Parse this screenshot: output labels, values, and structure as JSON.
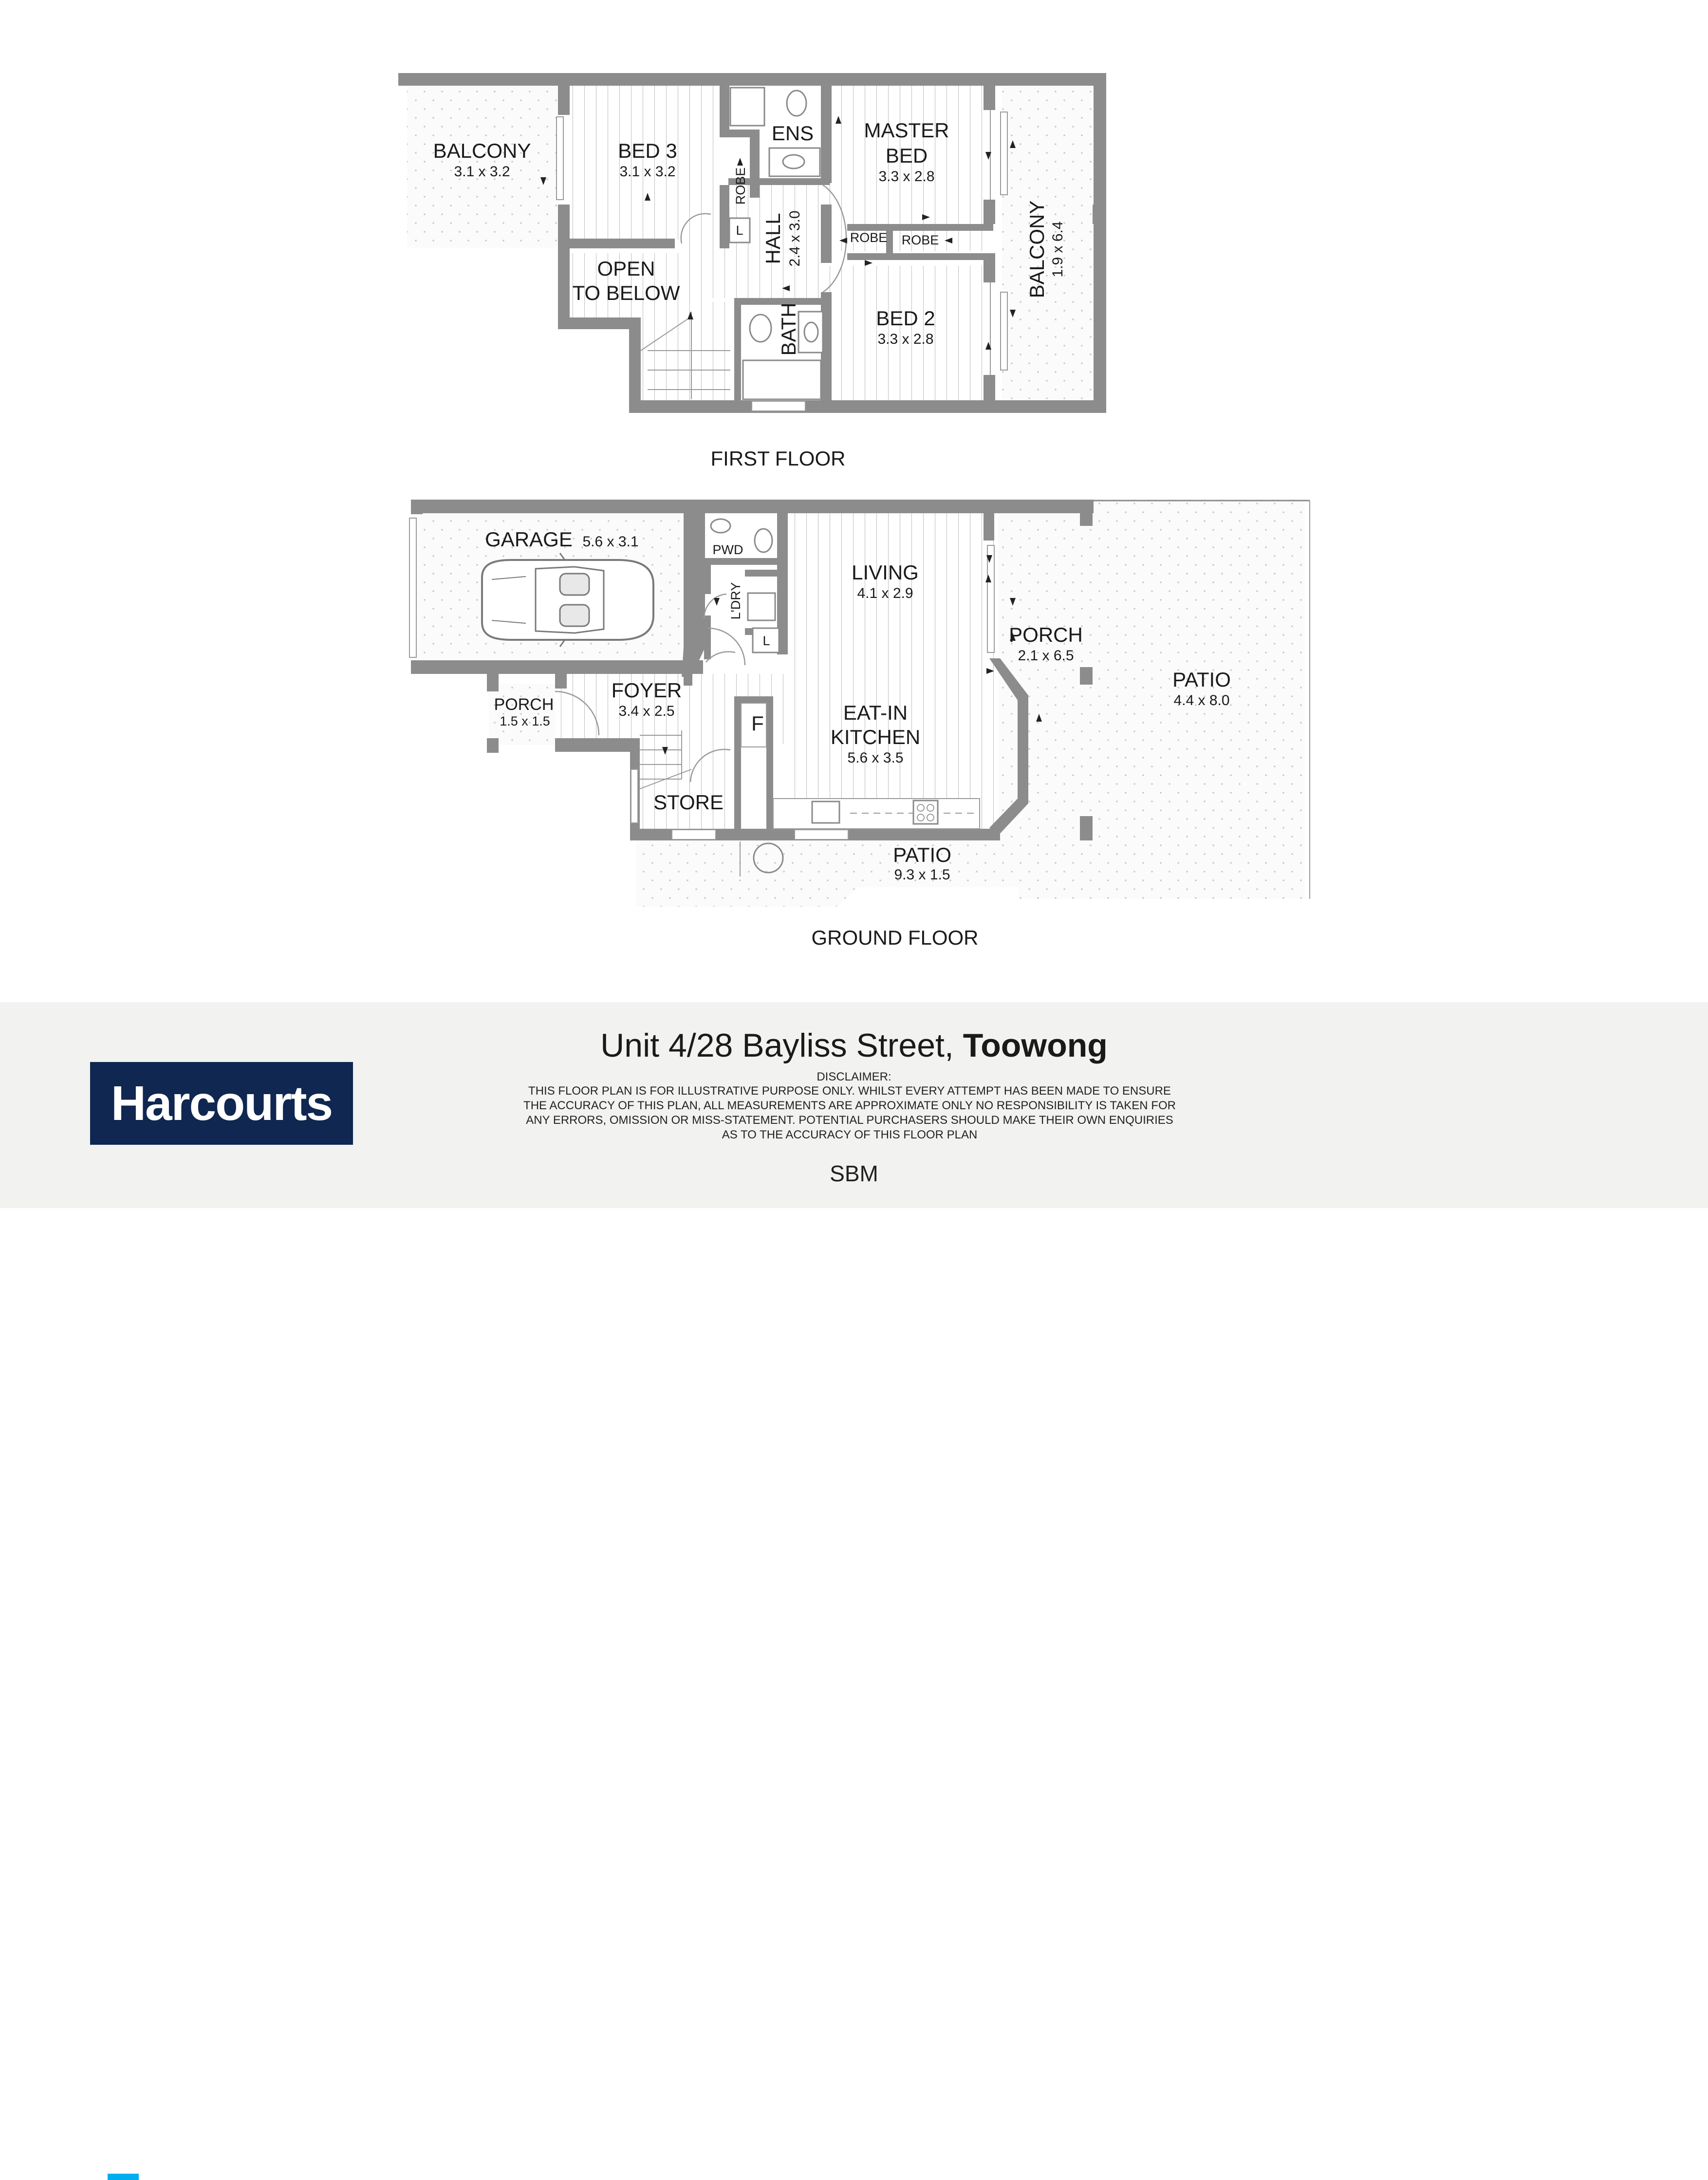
{
  "first_floor": {
    "label": "FIRST FLOOR",
    "rooms": {
      "balcony_left": {
        "name": "BALCONY",
        "dims": "3.1 x 3.2"
      },
      "bed3": {
        "name": "BED 3",
        "dims": "3.1 x 3.2"
      },
      "robe_bed3": {
        "name": "ROBE"
      },
      "linen_first": {
        "name": "L"
      },
      "ens": {
        "name": "ENS"
      },
      "master_bed": {
        "name_line1": "MASTER",
        "name_line2": "BED",
        "dims": "3.3 x 2.8"
      },
      "robe_master_a": {
        "name": "ROBE"
      },
      "robe_master_b": {
        "name": "ROBE"
      },
      "hall": {
        "name": "HALL",
        "dims": "2.4 x 3.0"
      },
      "open_below": {
        "name_line1": "OPEN",
        "name_line2": "TO BELOW"
      },
      "bath": {
        "name": "BATH"
      },
      "bed2": {
        "name": "BED 2",
        "dims": "3.3 x 2.8"
      },
      "balcony_right": {
        "name": "BALCONY",
        "dims": "1.9 x 6.4"
      }
    }
  },
  "ground_floor": {
    "label": "GROUND FLOOR",
    "rooms": {
      "garage": {
        "name": "GARAGE",
        "dims": "5.6 x 3.1"
      },
      "pwd": {
        "name": "PWD"
      },
      "laundry": {
        "name": "L'DRY"
      },
      "linen_ground": {
        "name": "L"
      },
      "living": {
        "name": "LIVING",
        "dims": "4.1 x 2.9"
      },
      "porch_right": {
        "name": "PORCH",
        "dims": "2.1 x 6.5"
      },
      "patio_right": {
        "name": "PATIO",
        "dims": "4.4 x 8.0"
      },
      "porch_left": {
        "name": "PORCH",
        "dims": "1.5 x 1.5"
      },
      "foyer": {
        "name": "FOYER",
        "dims": "3.4 x 2.5"
      },
      "fridge": {
        "name": "F"
      },
      "kitchen": {
        "name_line1": "EAT-IN",
        "name_line2": "KITCHEN",
        "dims": "5.6 x 3.5"
      },
      "store": {
        "name": "STORE"
      },
      "patio_bottom": {
        "name": "PATIO",
        "dims": "9.3 x 1.5"
      }
    }
  },
  "footer": {
    "address_prefix": "Unit 4/28 Bayliss Street,",
    "address_suburb": "Toowong",
    "disclaimer_title": "DISCLAIMER:",
    "disclaimer_body": "THIS FLOOR PLAN IS FOR ILLUSTRATIVE PURPOSE ONLY. WHILST EVERY ATTEMPT HAS BEEN MADE TO ENSURE\nTHE ACCURACY OF THIS PLAN, ALL MEASUREMENTS ARE APPROXIMATE ONLY NO RESPONSIBILITY IS TAKEN FOR\nANY ERRORS, OMISSION OR MISS-STATEMENT. POTENTIAL PURCHASERS SHOULD MAKE THEIR OWN ENQUIRIES\nAS TO THE ACCURACY OF THIS FLOOR PLAN",
    "logo_text": "Harcourts",
    "logo_icon": "harcourts-wordmark",
    "maker_mark": "SBM",
    "colors": {
      "logo_bg": "#0f2751",
      "logo_accent": "#00aeef",
      "wall": "#8c8c8c",
      "footer_bg": "#f2f2f0"
    }
  }
}
